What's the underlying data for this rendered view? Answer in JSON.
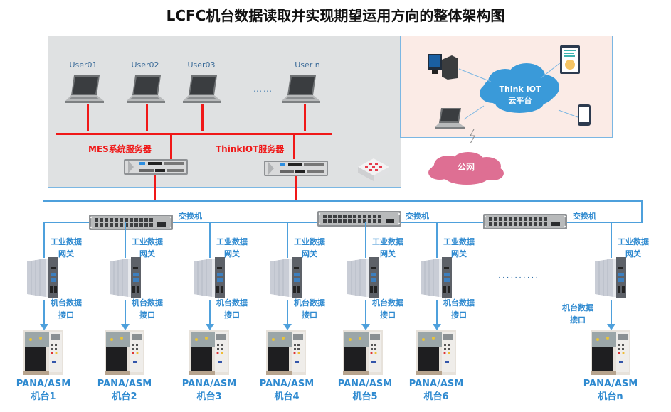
{
  "title": "LCFC机台数据读取并实现期望运用方向的整体架构图",
  "mes_zone": {
    "users": [
      {
        "label": "User01",
        "icon": "laptop-icon"
      },
      {
        "label": "User02",
        "icon": "laptop-icon"
      },
      {
        "label": "User03",
        "icon": "laptop-icon"
      },
      {
        "label": "User n",
        "icon": "laptop-icon"
      }
    ],
    "ellipsis": "……",
    "servers": [
      {
        "label": "MES系统服务器",
        "icon": "rack-server-icon"
      },
      {
        "label": "ThinkIOT服务器",
        "icon": "rack-server-icon"
      }
    ],
    "firewall_icon": "firewall-icon"
  },
  "iot_zone": {
    "cloud_line1": "Think IOT",
    "cloud_line2": "云平台",
    "devices": [
      "desktop-icon",
      "laptop-icon",
      "tablet-icon",
      "phone-icon"
    ]
  },
  "public_network": {
    "label": "公网",
    "icon": "cloud-icon"
  },
  "switches": [
    {
      "label": "交换机"
    },
    {
      "label": "交换机"
    },
    {
      "label": "交换机"
    }
  ],
  "gateway_label_line1": "工业数据",
  "gateway_label_line2": "网关",
  "interface_label_line1": "机台数据",
  "interface_label_line2": "接口",
  "gateway_ellipsis": "··········",
  "machines": [
    {
      "model": "PANA/ASM",
      "name": "机台1"
    },
    {
      "model": "PANA/ASM",
      "name": "机台2"
    },
    {
      "model": "PANA/ASM",
      "name": "机台3"
    },
    {
      "model": "PANA/ASM",
      "name": "机台4"
    },
    {
      "model": "PANA/ASM",
      "name": "机台5"
    },
    {
      "model": "PANA/ASM",
      "name": "机台6"
    },
    {
      "model": "PANA/ASM",
      "name": "机台n"
    }
  ],
  "colors": {
    "mes_line": "#f01818",
    "network_line": "#4ea0dc",
    "label_blue": "#2f8ad0",
    "cloud_blue": "#3a9ad9",
    "cloud_pink": "#de6f93",
    "mes_bg": "#dfe1e2",
    "iot_bg": "#fbebe6"
  }
}
